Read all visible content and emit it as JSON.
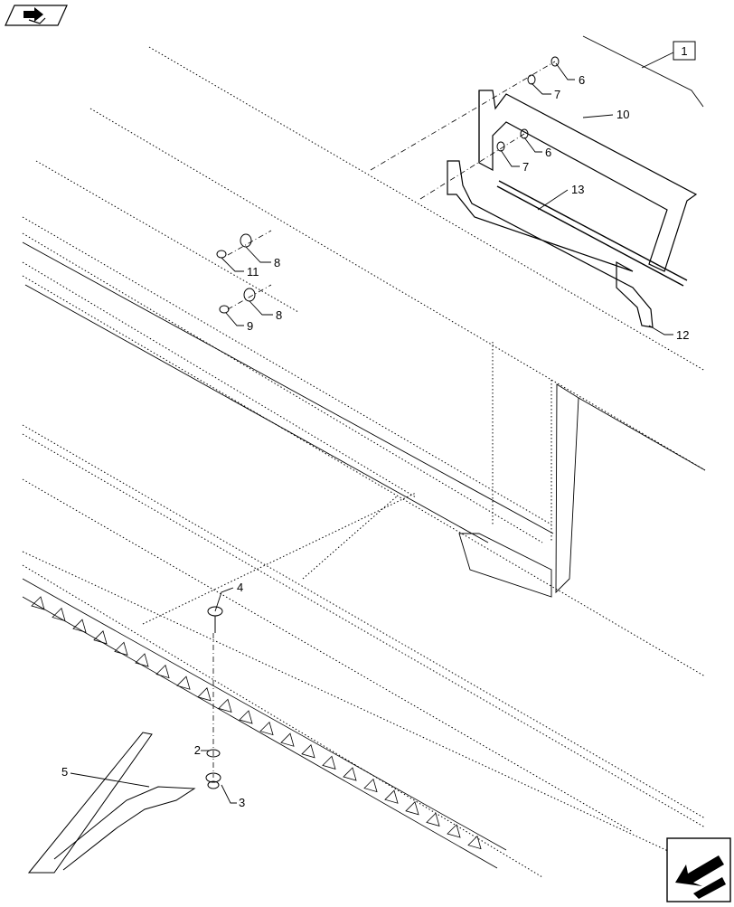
{
  "diagram": {
    "reference_box": "1",
    "callouts": [
      "1",
      "2",
      "3",
      "4",
      "5",
      "6",
      "6",
      "7",
      "7",
      "8",
      "8",
      "9",
      "10",
      "11",
      "12",
      "13"
    ]
  },
  "nav": {
    "top_icon": "navigate-previous-icon",
    "bottom_icon": "navigate-next-icon"
  },
  "colors": {
    "line": "#000000",
    "background": "#ffffff"
  }
}
